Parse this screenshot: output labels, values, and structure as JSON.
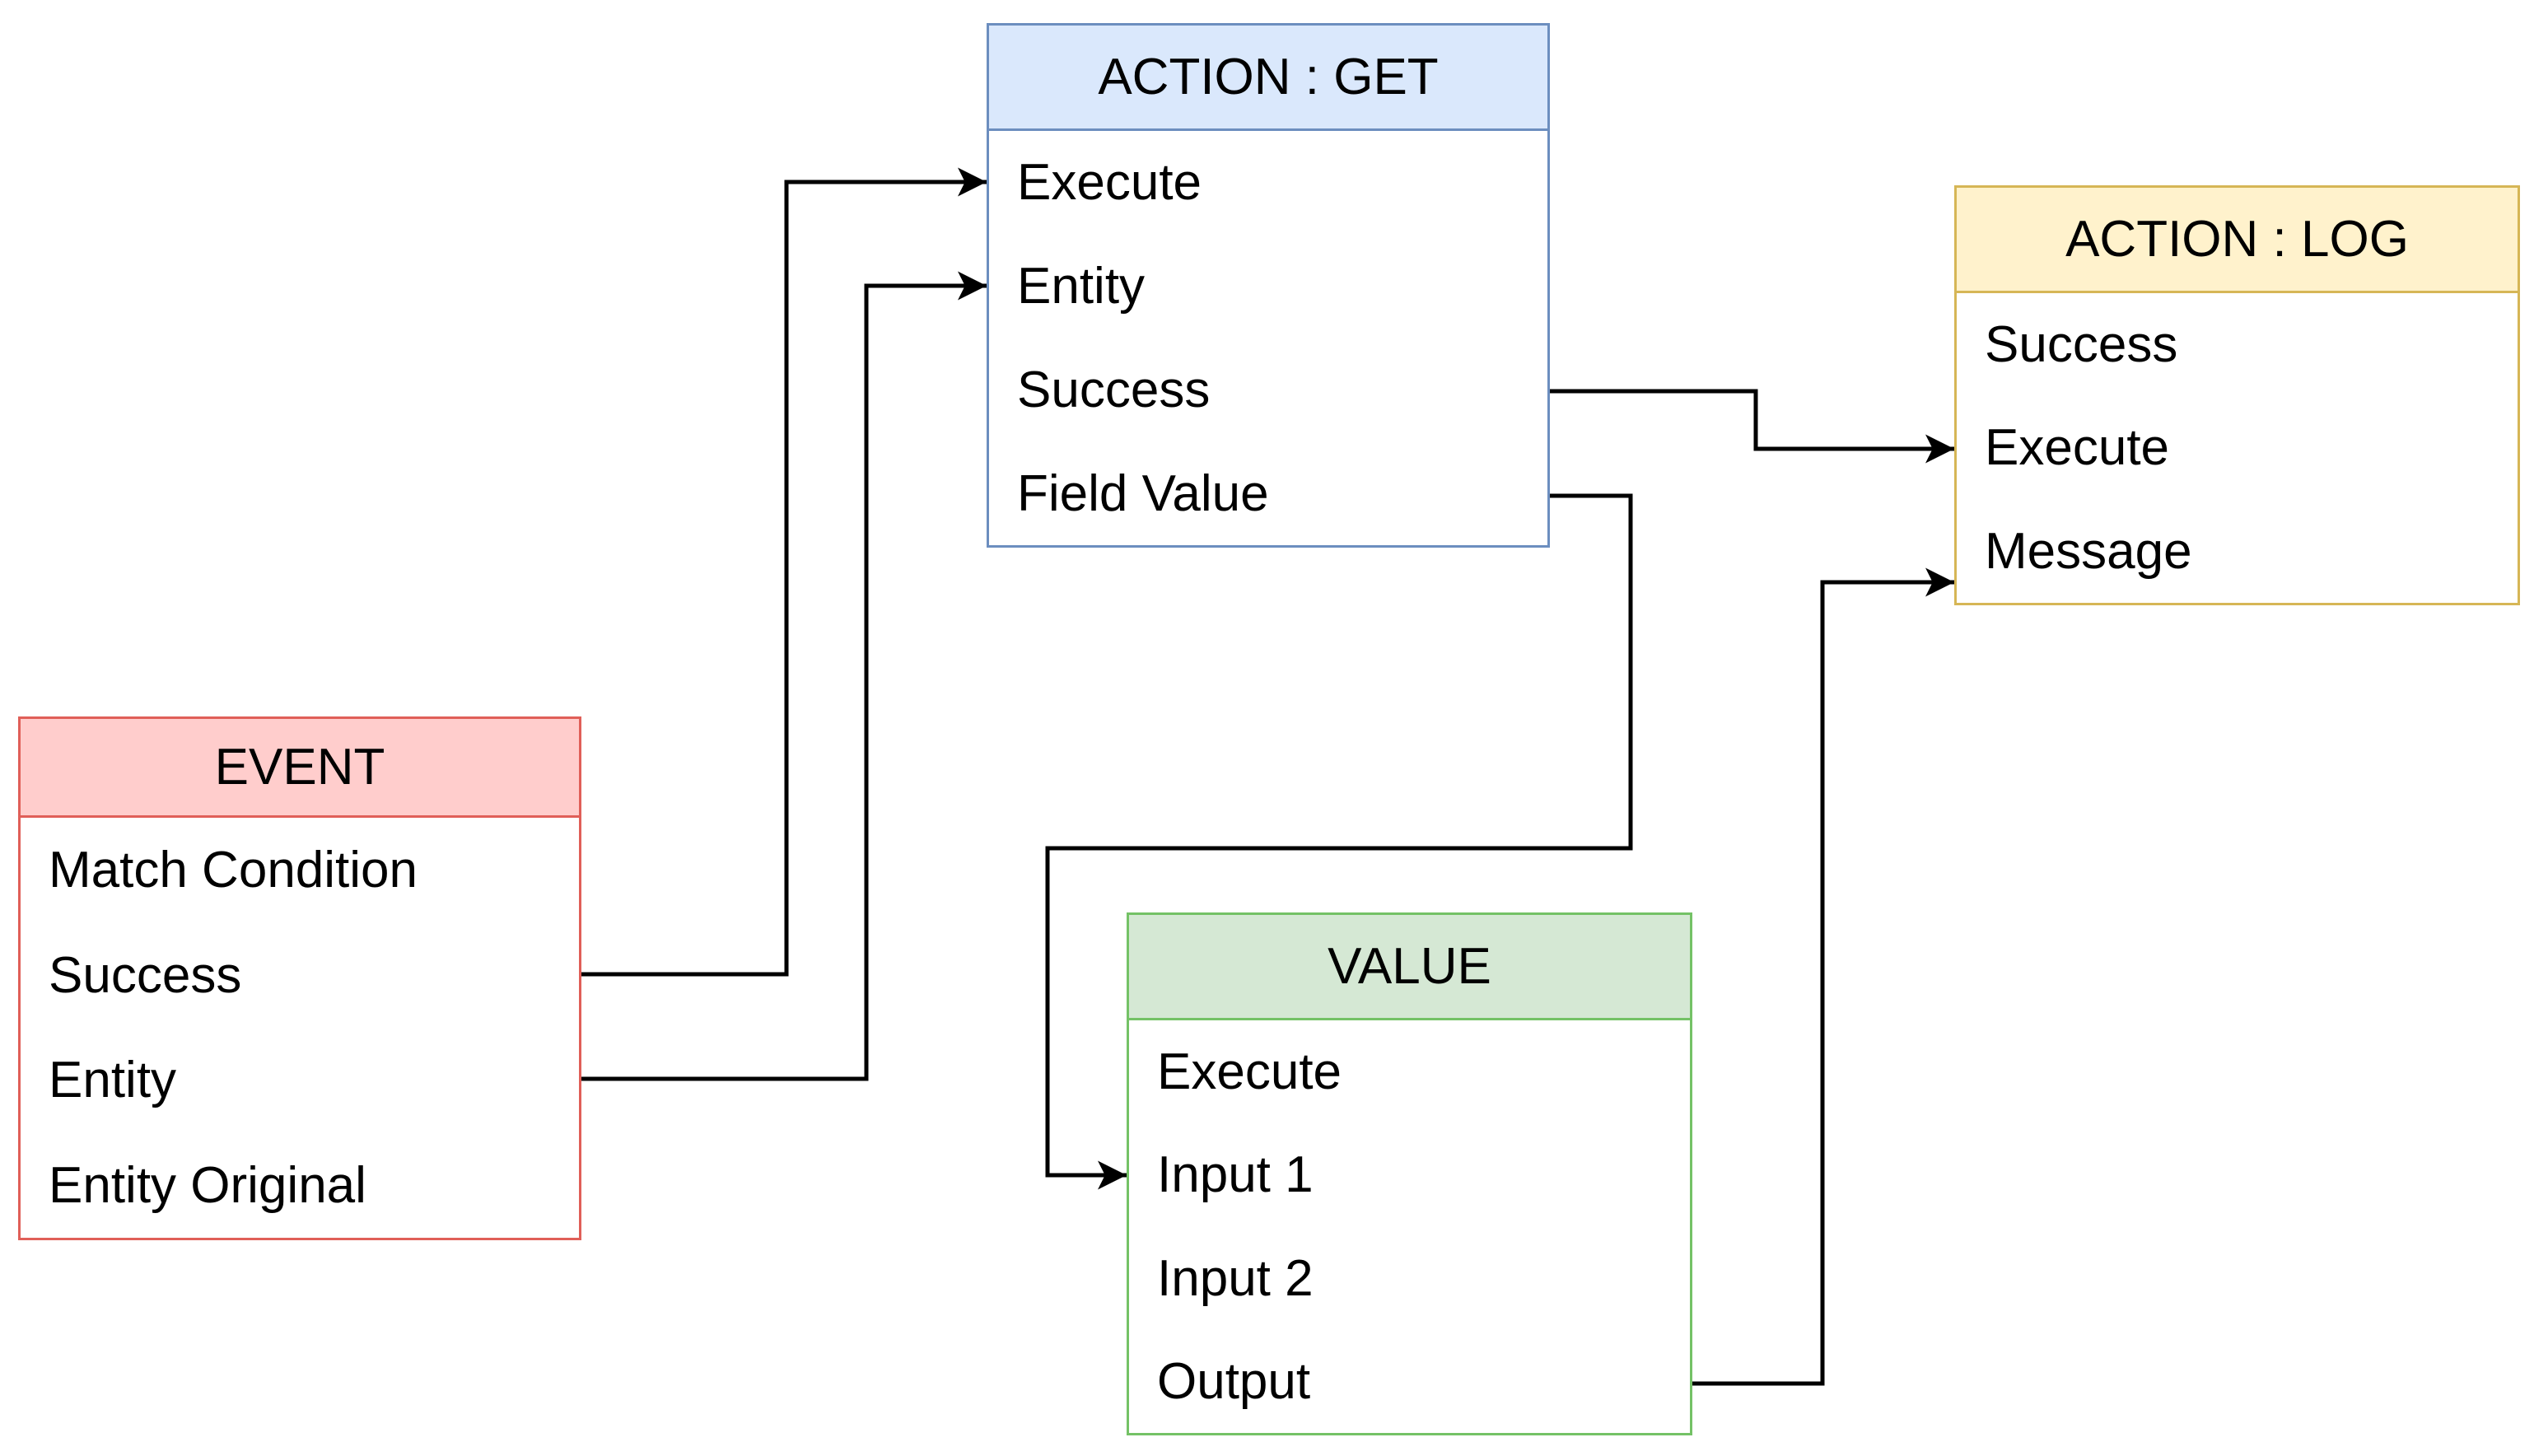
{
  "diagram": {
    "background_color": "#ffffff",
    "line_color": "#000000",
    "boxes": {
      "action_get": {
        "title": "ACTION : GET",
        "rows": [
          "Execute",
          "Entity",
          "Success",
          "Field Value"
        ],
        "header_fill": "#dae8fc",
        "border_color": "#6c8ebf"
      },
      "action_log": {
        "title": "ACTION : LOG",
        "rows": [
          "Success",
          "Execute",
          "Message"
        ],
        "header_fill": "#fff2cc",
        "border_color": "#d6b656"
      },
      "event": {
        "title": "EVENT",
        "rows": [
          "Match Condition",
          "Success",
          "Entity",
          "Entity Original"
        ],
        "header_fill": "#ffcdcc",
        "border_color": "#e05f58"
      },
      "value": {
        "title": "VALUE",
        "rows": [
          "Execute",
          "Input 1",
          "Input 2",
          "Output"
        ],
        "header_fill": "#d5e8d4",
        "border_color": "#74c266"
      }
    },
    "connections": [
      {
        "from": "EVENT.Success",
        "to": "ACTION : GET.Execute"
      },
      {
        "from": "EVENT.Entity",
        "to": "ACTION : GET.Entity"
      },
      {
        "from": "ACTION : GET.Success",
        "to": "ACTION : LOG.Execute"
      },
      {
        "from": "ACTION : GET.Field Value",
        "to": "VALUE.Input 1"
      },
      {
        "from": "VALUE.Output",
        "to": "ACTION : LOG.Message"
      }
    ]
  }
}
